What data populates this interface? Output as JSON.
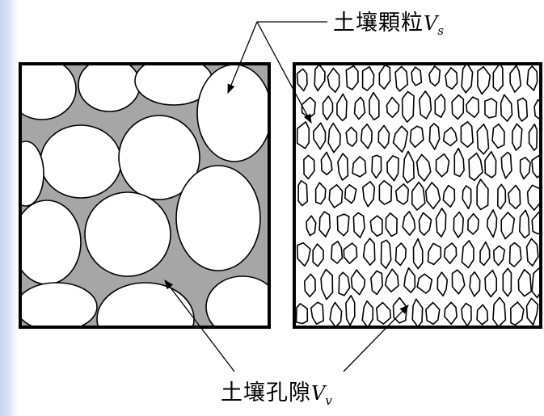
{
  "diagram": {
    "labels": {
      "soil_particles": {
        "text": "土壤顆粒",
        "symbol": "V",
        "subscript": "s"
      },
      "soil_pores": {
        "text": "土壤孔隙",
        "symbol": "V",
        "subscript": "v"
      }
    },
    "colors": {
      "pore_fill": "#a6a6a6",
      "particle_fill": "#ffffff",
      "outline": "#000000"
    }
  }
}
